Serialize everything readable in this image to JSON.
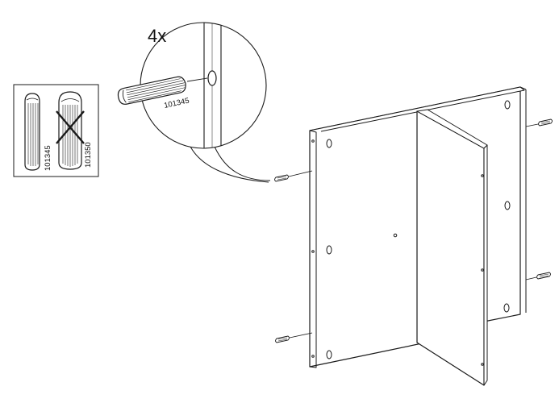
{
  "instruction": {
    "quantity_label": "4x",
    "dowel_part_number": "101345"
  },
  "legend_box": {
    "correct_part_number": "101345",
    "incorrect_part_number": "101350",
    "incorrect_mark": "cross"
  },
  "colors": {
    "line": "#1a1a1a",
    "background": "#ffffff"
  }
}
